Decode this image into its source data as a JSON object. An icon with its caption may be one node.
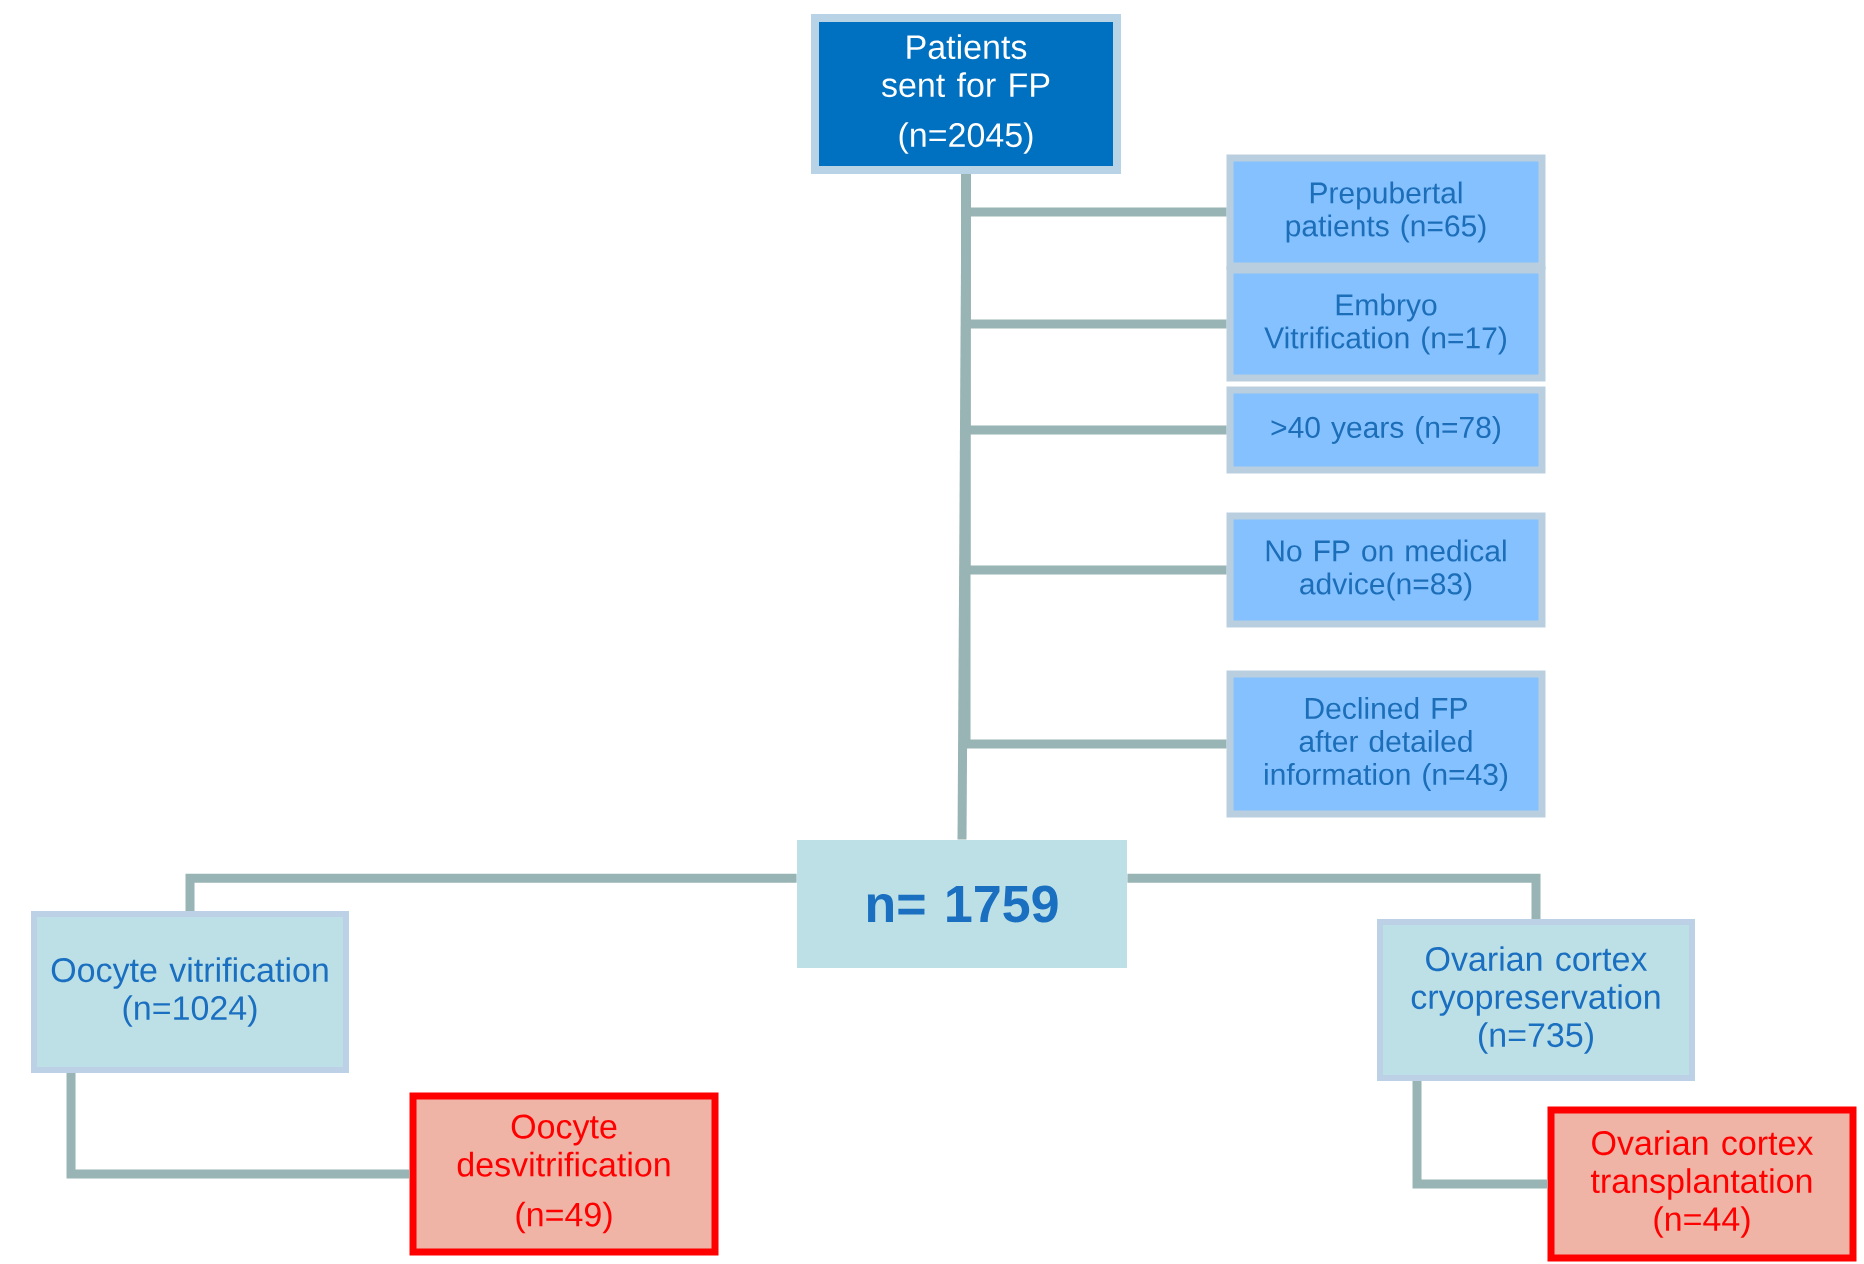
{
  "diagram": {
    "nodes": [
      {
        "text": [
          "Patients sent for FP",
          "(n=2045)"
        ]
      },
      {
        "text": [
          "Prepubertal patients (n=65)"
        ]
      },
      {
        "text": [
          "Embryo Vitrification (n=17)"
        ]
      },
      {
        "text": [
          ">40 years (n=78)"
        ]
      },
      {
        "text": [
          "No FP on medical advice(n=83)"
        ]
      },
      {
        "text": [
          "Declined FP after detailed information (n=43)"
        ]
      },
      {
        "text": [
          "n= 1759"
        ]
      },
      {
        "text": [
          "Oocyte vitrification (n=1024)"
        ]
      },
      {
        "text": [
          "Ovarian cortex cryopreservation (n=735)"
        ]
      },
      {
        "text": [
          "Oocyte desvitrification",
          "(n=49)"
        ]
      },
      {
        "text": [
          "Ovarian cortex transplantation (n=44)"
        ]
      }
    ],
    "edges": [
      {
        "from": 0,
        "to": 1,
        "arrow": "none"
      },
      {
        "from": 0,
        "to": 2,
        "arrow": "none"
      },
      {
        "from": 0,
        "to": 3,
        "arrow": "none"
      },
      {
        "from": 0,
        "to": 4,
        "arrow": "none"
      },
      {
        "from": 0,
        "to": 5,
        "arrow": "none"
      },
      {
        "from": 0,
        "to": 6,
        "arrow": "none"
      },
      {
        "from": 6,
        "to": 7,
        "arrow": "none"
      },
      {
        "from": 6,
        "to": 8,
        "arrow": "none"
      },
      {
        "from": 7,
        "to": 9,
        "arrow": "none"
      },
      {
        "from": 8,
        "to": 10,
        "arrow": "none"
      }
    ]
  }
}
